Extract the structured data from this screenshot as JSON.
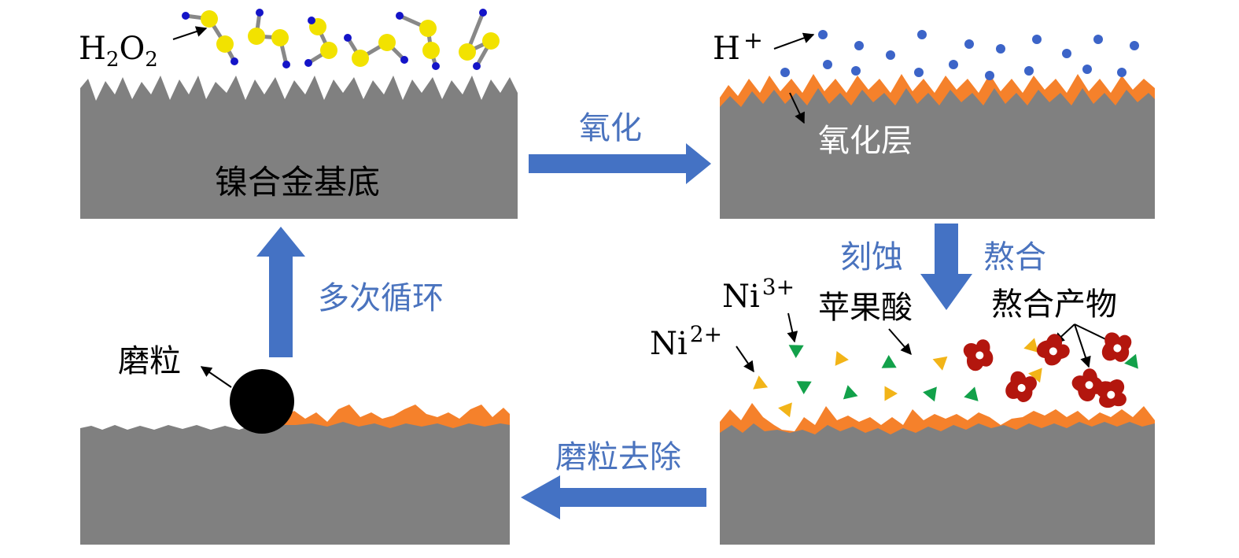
{
  "colors": {
    "substrate": "#808080",
    "oxide": "#F5812B",
    "arrow": "#4472C4",
    "step_text": "#4A73BE",
    "h2o2_o": "#F2E200",
    "h2o2_h": "#1414C8",
    "proton": "#3C64C8",
    "ni2": "#F2B418",
    "ni3": "#12A14A",
    "chelate": "#B3160E",
    "particle": "#000000"
  },
  "panels": {
    "top_left": {
      "h2o2_label": {
        "base1": "H",
        "sub1": "2",
        "base2": "O",
        "sub2": "2"
      },
      "substrate_label": "镍合金基底"
    },
    "top_right": {
      "proton_label": {
        "base": "H",
        "sup": "+"
      },
      "oxide_label": "氧化层"
    },
    "bottom_right": {
      "ni2_label": {
        "base": "Ni",
        "sup": "2+"
      },
      "ni3_label": {
        "base": "Ni",
        "sup": "3+"
      },
      "malic_acid_label": "苹果酸",
      "chelate_label": "熬合产物"
    },
    "bottom_left": {
      "particle_label": "磨粒"
    }
  },
  "steps": {
    "oxidation": "氧化",
    "etching": "刻蚀",
    "chelation": "熬合",
    "particle_removal": "磨粒去除",
    "cycle": "多次循环"
  }
}
